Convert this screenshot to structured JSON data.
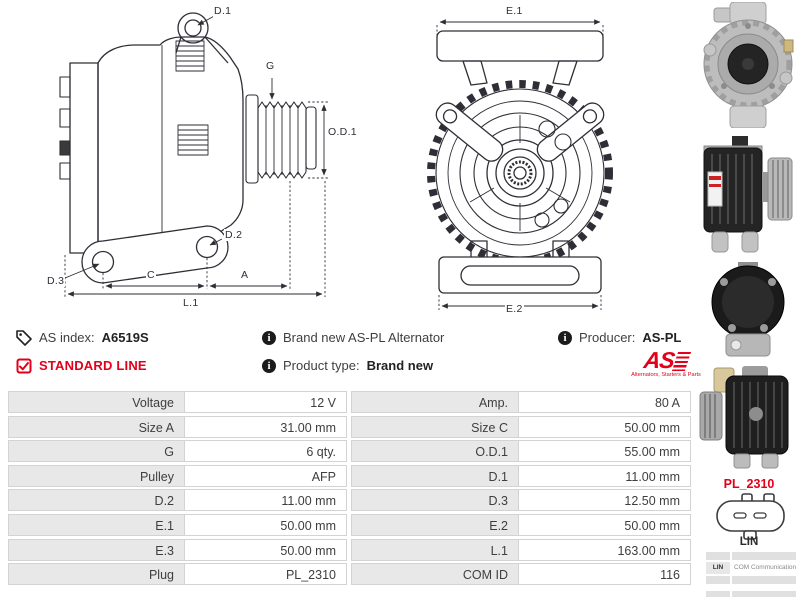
{
  "info": {
    "as_index_label": "AS index:",
    "as_index_value": "A6519S",
    "standard_line_label": "STANDARD LINE",
    "description": "Brand new AS-PL Alternator",
    "product_type_label": "Product type:",
    "product_type_value": "Brand new",
    "producer_label": "Producer:",
    "producer_value": "AS-PL"
  },
  "logo": {
    "text": "AS",
    "subtext": "Alternators, Starters & Parts"
  },
  "icons": {
    "info_glyph": "i"
  },
  "drawing_labels": {
    "d1": "D.1",
    "g": "G",
    "od1": "O.D.1",
    "d2": "D.2",
    "d3": "D.3",
    "c": "C",
    "a": "A",
    "l1": "L.1",
    "e1": "E.1",
    "e2": "E.2"
  },
  "spec_table": {
    "rows": [
      {
        "l1": "Voltage",
        "v1": "12 V",
        "l2": "Amp.",
        "v2": "80 A"
      },
      {
        "l1": "Size A",
        "v1": "31.00 mm",
        "l2": "Size C",
        "v2": "50.00 mm"
      },
      {
        "l1": "G",
        "v1": "6 qty.",
        "l2": "O.D.1",
        "v2": "55.00 mm"
      },
      {
        "l1": "Pulley",
        "v1": "AFP",
        "l2": "D.1",
        "v2": "11.00 mm"
      },
      {
        "l1": "D.2",
        "v1": "11.00 mm",
        "l2": "D.3",
        "v2": "12.50 mm"
      },
      {
        "l1": "E.1",
        "v1": "50.00 mm",
        "l2": "E.2",
        "v2": "50.00 mm"
      },
      {
        "l1": "E.3",
        "v1": "50.00 mm",
        "l2": "L.1",
        "v2": "163.00 mm"
      },
      {
        "l1": "Plug",
        "v1": "PL_2310",
        "l2": "COM ID",
        "v2": "116"
      }
    ]
  },
  "sidebar": {
    "plug_code": "PL_2310",
    "plug_name": "LIN",
    "com_row": {
      "label": "LIN",
      "value": "COM Communication"
    }
  },
  "colors": {
    "accent_red": "#e2001a",
    "drawing_line": "#2e2e36",
    "table_label_bg": "#e8e8e8",
    "table_border": "#d3d3d3"
  }
}
